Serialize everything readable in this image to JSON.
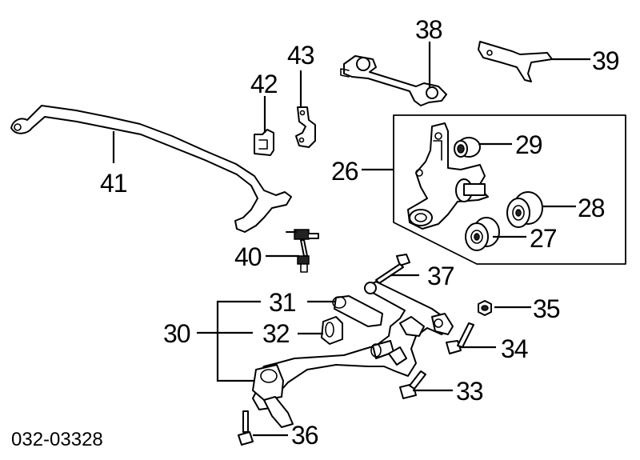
{
  "diagram_code": "032-03328",
  "callouts": {
    "p26": "26",
    "p27": "27",
    "p28": "28",
    "p29": "29",
    "p30": "30",
    "p31": "31",
    "p32": "32",
    "p33": "33",
    "p34": "34",
    "p35": "35",
    "p36": "36",
    "p37": "37",
    "p38": "38",
    "p39": "39",
    "p40": "40",
    "p41": "41",
    "p42": "42",
    "p43": "43"
  }
}
